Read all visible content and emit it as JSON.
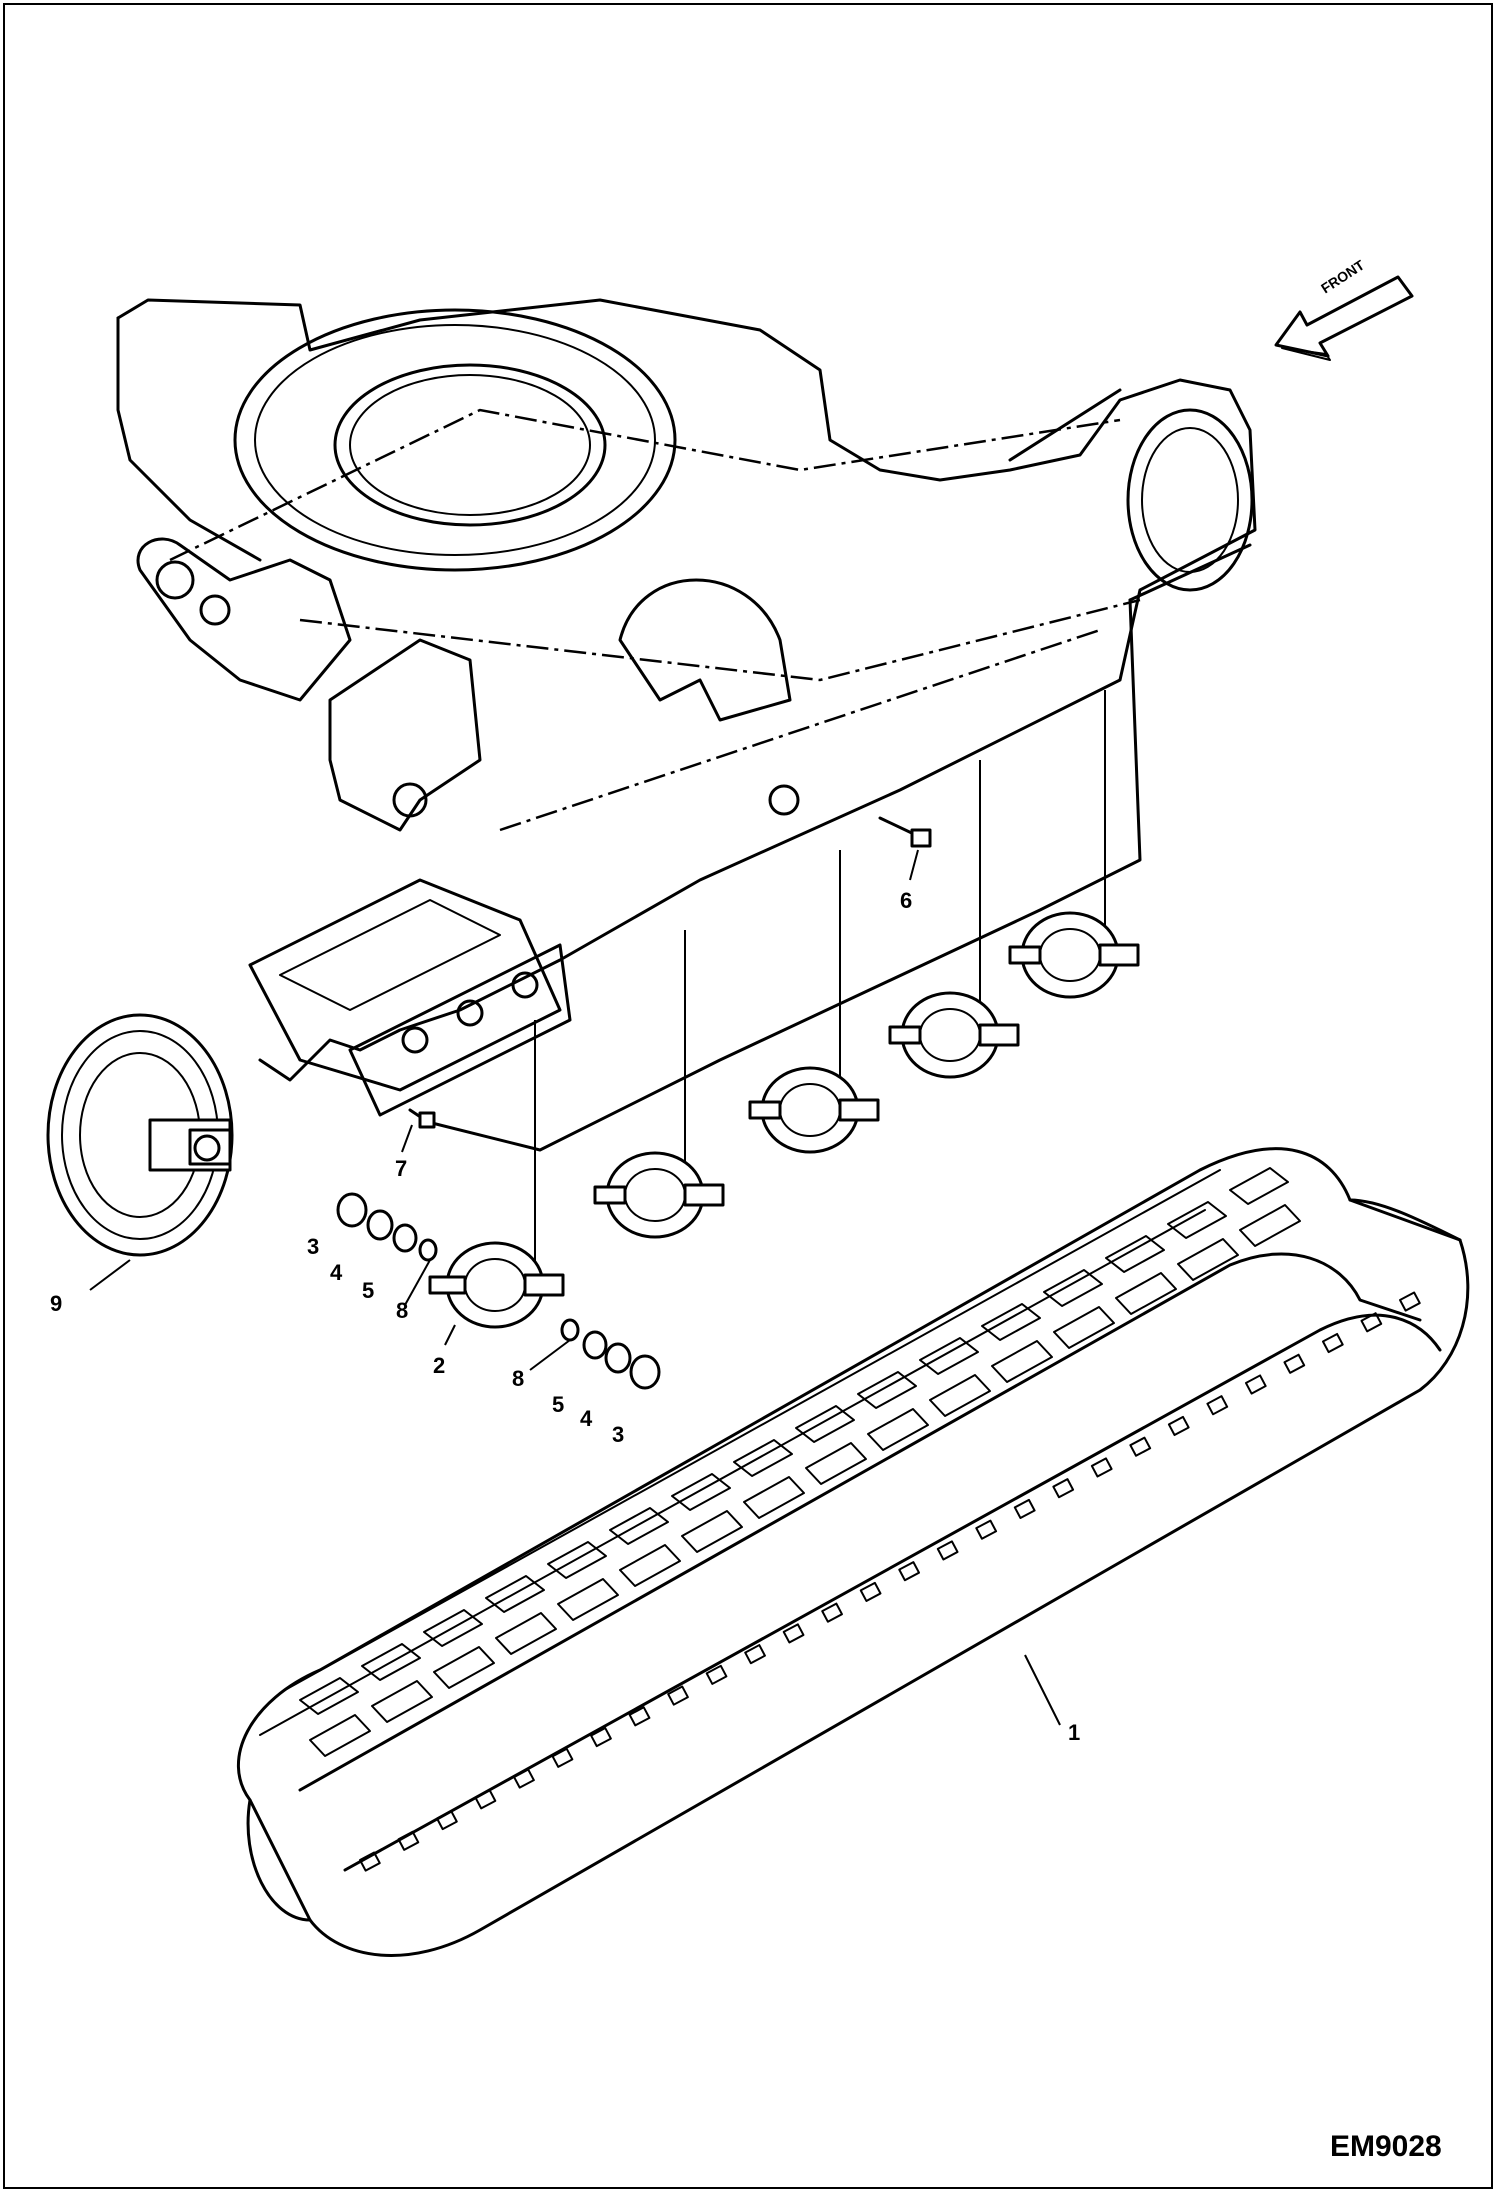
{
  "diagram": {
    "drawing_code": "EM9028",
    "direction_label": "FRONT",
    "callouts": [
      {
        "id": "c1",
        "label": "1"
      },
      {
        "id": "c2",
        "label": "2"
      },
      {
        "id": "c3a",
        "label": "3"
      },
      {
        "id": "c3b",
        "label": "3"
      },
      {
        "id": "c4a",
        "label": "4"
      },
      {
        "id": "c4b",
        "label": "4"
      },
      {
        "id": "c5a",
        "label": "5"
      },
      {
        "id": "c5b",
        "label": "5"
      },
      {
        "id": "c6",
        "label": "6"
      },
      {
        "id": "c7",
        "label": "7"
      },
      {
        "id": "c8a",
        "label": "8"
      },
      {
        "id": "c8b",
        "label": "8"
      },
      {
        "id": "c9",
        "label": "9"
      }
    ]
  }
}
